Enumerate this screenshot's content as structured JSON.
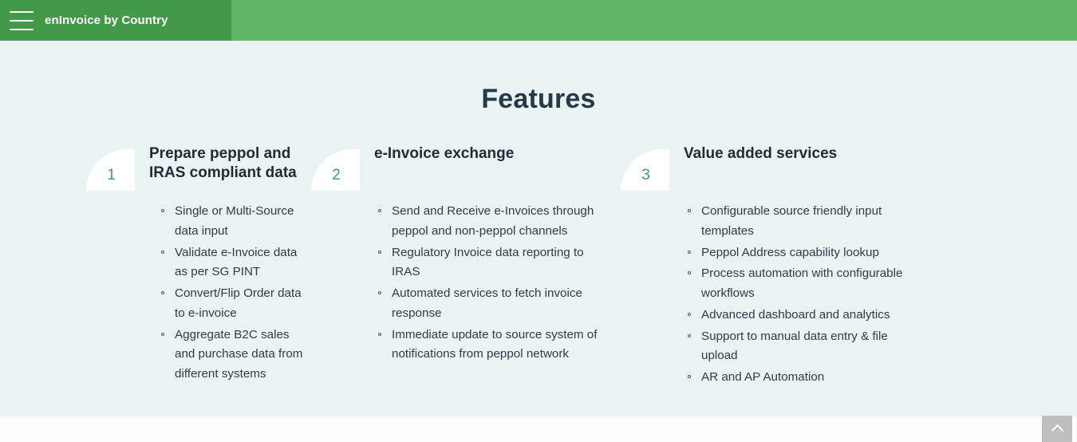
{
  "header": {
    "menu_icon": "hamburger-menu-icon",
    "brand_title": "enInvoice by Country",
    "brand_bg_color": "#429a49",
    "bar_bg_color": "#61b567"
  },
  "main": {
    "background_color": "#e9f3f2",
    "section_title": "Features",
    "section_title_color": "#26394b",
    "columns": [
      {
        "number": "1",
        "title": "Prepare peppol and IRAS compliant data",
        "items": [
          "Single or Multi-Source data input",
          "Validate e-Invoice data as per SG PINT",
          "Convert/Flip Order data to e-invoice",
          "Aggregate B2C sales and purchase data from different systems"
        ]
      },
      {
        "number": "2",
        "title": "e-Invoice exchange",
        "items": [
          "Send and Receive e-Invoices through peppol and non-peppol channels",
          "Regulatory Invoice data reporting to IRAS",
          "Automated services to fetch invoice response",
          "Immediate update to source system of notifications from peppol network"
        ]
      },
      {
        "number": "3",
        "title": "Value added services",
        "items": [
          "Configurable source friendly input templates",
          "Peppol Address capability lookup",
          "Process automation with configurable workflows",
          "Advanced dashboard and analytics",
          "Support to manual data entry & file upload",
          "AR and AP Automation"
        ]
      }
    ],
    "badge_number_color": "#3aa069",
    "badge_bg_color": "#ffffff"
  },
  "footer": {
    "scroll_top_icon": "chevron-up-icon",
    "scroll_top_bg_color": "#bfbfbf"
  }
}
